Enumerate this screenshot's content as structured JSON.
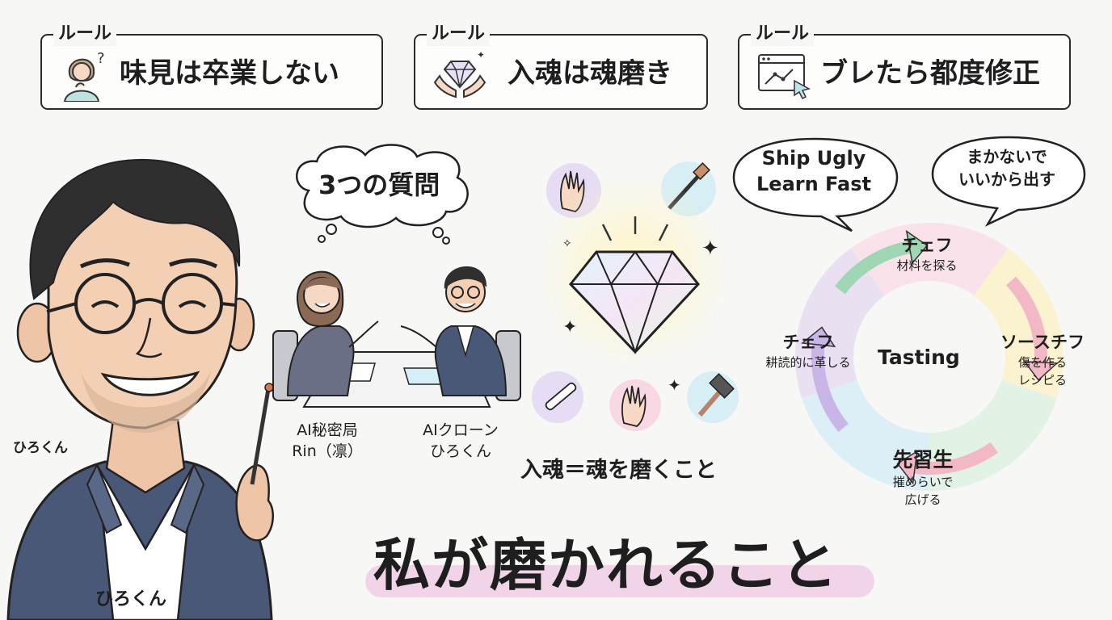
{
  "rules": [
    {
      "tag": "ルール",
      "text": "味見は卒業しない",
      "icon": "thinking-person-icon"
    },
    {
      "tag": "ルール",
      "text": "入魂は魂磨き",
      "icon": "diamond-hands-icon"
    },
    {
      "tag": "ルール",
      "text": "ブレたら都度修正",
      "icon": "browser-chart-cursor-icon"
    }
  ],
  "presenter": {
    "name_small": "ひろくん",
    "name_bottom": "ひろくん"
  },
  "meeting": {
    "thought_bubble": "3つの質問",
    "left_label": [
      "AI秘密局",
      "Rin（凛）"
    ],
    "right_label": [
      "AIクローン",
      "ひろくん"
    ]
  },
  "diamond": {
    "caption": "入魂＝魂を磨くこと"
  },
  "speech": {
    "left": [
      "Ship Ugly",
      "Learn Fast"
    ],
    "right": [
      "まかないで",
      "いいから出す"
    ]
  },
  "cycle": {
    "center": "Tasting",
    "segment_colors": [
      "#f9e2ea",
      "#fbf3cf",
      "#e2f2e4",
      "#ddeff6",
      "#e9e0f2"
    ],
    "arrow_colors": [
      "#9fd6b3",
      "#f2b8c6",
      "#f2b8c6",
      "#c9b6e6"
    ],
    "stages": {
      "top": {
        "title": "チェフ",
        "desc": "材料を探る"
      },
      "right": {
        "title": "ソースチフ",
        "desc": [
          "傷を作る",
          "レシピる"
        ]
      },
      "bottom": {
        "title": "先習生",
        "desc": [
          "摧めらいで",
          "広げる"
        ]
      },
      "left": {
        "title": "チェフ",
        "desc": "耕読的に革しる"
      }
    }
  },
  "headline": {
    "text": "私が磨かれること",
    "highlight_color": "#f2d4e8"
  }
}
